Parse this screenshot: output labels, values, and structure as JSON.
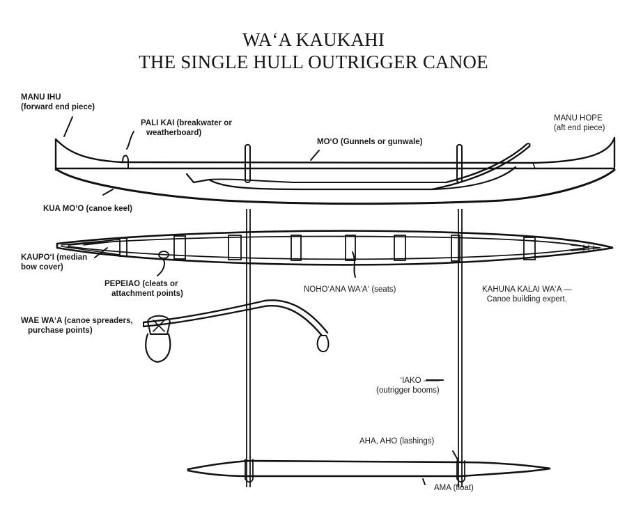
{
  "title": {
    "line1": "WA‘A KAUKAHI",
    "line2": "THE SINGLE HULL OUTRIGGER CANOE"
  },
  "labels": {
    "manu_ihu": {
      "name": "MANU IHU",
      "desc": "(forward end piece)"
    },
    "pali_kai": {
      "name": "PALI KAI (breakwater or",
      "desc": "weatherboard)"
    },
    "mo_o": {
      "name": "MO‘O (Gunnels or gunwale)"
    },
    "manu_hope": {
      "name": "MANU HOPE",
      "desc": "(aft end piece)"
    },
    "kua_mo_o": {
      "name": "KUA MO‘O (canoe keel)"
    },
    "kaupo_i": {
      "name": "KAUPO‘I (median",
      "desc": "bow cover)"
    },
    "pepeiao": {
      "name": "PEPEIAO (cleats or",
      "desc": "attachment points)"
    },
    "noho_ana": {
      "name": "NOHO‘ANA WA‘A‘ (seats)"
    },
    "kahuna": {
      "name": "KAHUNA KALAI WA‘A —",
      "desc": "Canoe building expert."
    },
    "wae_waa": {
      "name": "WAE WA‘A (canoe spreaders,",
      "desc": "purchase points)"
    },
    "iako": {
      "name": "‘IAKO ——",
      "desc": "(outrigger booms)"
    },
    "aha_aho": {
      "name": "AHA, AHO (lashings)"
    },
    "ama": {
      "name": "AMA (float)"
    }
  },
  "colors": {
    "ink": "#111111",
    "paper": "#ffffff"
  }
}
